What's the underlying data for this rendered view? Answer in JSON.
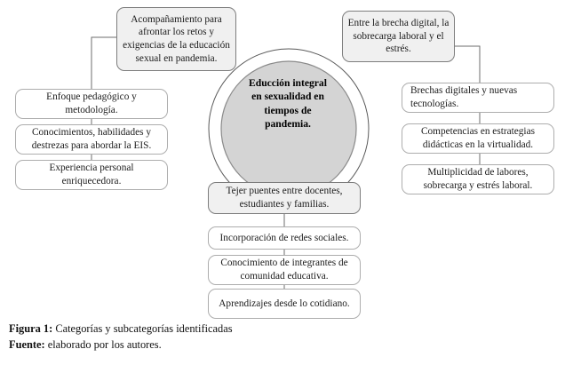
{
  "figure": {
    "center": {
      "label": "Educción integral en sexualidad en tiempos de pandemia.",
      "line1": "Educción integral",
      "line2": "en sexualidad en",
      "line3": "tiempos de",
      "line4": "pandemia."
    },
    "categories": {
      "top_left": "Acompañamiento para afrontar los retos y exigencias de la educación sexual en pandemia.",
      "top_right": "Entre la brecha digital, la sobrecarga laboral y el estrés.",
      "bottom_center": "Tejer puentes entre docentes, estudiantes y familias."
    },
    "subcategories_left": [
      "Enfoque pedagógico y metodología.",
      "Conocimientos, habilidades y destrezas para abordar la EIS.",
      "Experiencia personal enriquecedora."
    ],
    "subcategories_right": [
      "Brechas digitales y nuevas tecnologías.",
      "Competencias en estrategias didácticas en la virtualidad.",
      "Multiplicidad de labores, sobrecarga y estrés laboral."
    ],
    "subcategories_bottom": [
      "Incorporación de redes sociales.",
      "Conocimiento de integrantes de comunidad educativa.",
      "Aprendizajes desde lo cotidiano."
    ],
    "colors": {
      "center_fill": "#d4d4d4",
      "node_fill": "#f4f4f4",
      "node_fill_plain": "#ffffff",
      "node_border": "#9a9a9a",
      "connector": "#6e6e6e",
      "ring_stroke": "#4f4f4f",
      "text": "#1b1b1b"
    }
  },
  "caption": {
    "figure_label": "Figura 1:",
    "figure_text": " Categorías y subcategorías identificadas",
    "source_label": "Fuente:",
    "source_text": " elaborado por los autores."
  }
}
